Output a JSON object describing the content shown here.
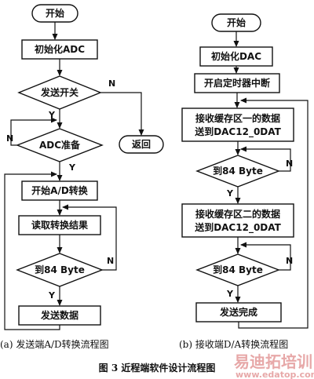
{
  "left_flow": {
    "start": "开始",
    "init_adc": "初始化ADC",
    "send_switch": "发送开关",
    "adc_ready": "ADC准备",
    "return": "返回",
    "start_ad": "开始A/D转换",
    "read_result": "读取转换结果",
    "to_84": "到84 Byte",
    "send_data": "发送数据",
    "caption": "(a) 发送端A/D转换流程图"
  },
  "right_flow": {
    "start": "开始",
    "init_dac": "初始化DAC",
    "timer_int": "开启定时器中断",
    "buf1_line1": "接收缓存区一的数据",
    "buf1_line2": "送到DAC12_0DAT",
    "to_84_a": "到84 Byte",
    "buf2_line1": "接收缓存区二的数据",
    "buf2_line2": "送到DAC12_0DAT",
    "to_84_b": "到84 Byte",
    "send_done": "发送完成",
    "caption": "(b) 接收端D/A转换流程图"
  },
  "labels": {
    "yes": "Y",
    "no": "N"
  },
  "figure_title": "图 3    近程端软件设计流程图",
  "watermark": {
    "line1": "易迪拓培训",
    "line2": "www.edatop.com"
  }
}
